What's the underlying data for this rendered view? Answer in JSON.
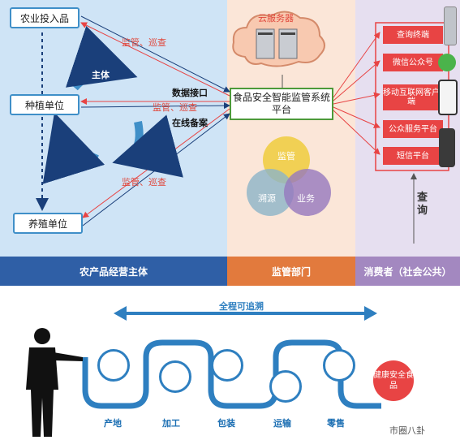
{
  "top_panels": {
    "labels": [
      "农产品经营主体",
      "监管部门",
      "消费者（社会公共）"
    ]
  },
  "nodes": {
    "input": "农业投入品",
    "planting": "种植单位",
    "breeding": "养殖单位"
  },
  "arrows": {
    "main": "主体",
    "links": [
      "数据接口",
      "在线备案"
    ],
    "inspect": "监管、巡查",
    "query": "查询"
  },
  "cloud": {
    "label": "云服务器"
  },
  "platform": {
    "title": "食品安全智能监管系统平台"
  },
  "venn": [
    "监管",
    "溯源",
    "业务"
  ],
  "channels": [
    "查询终端",
    "微信公众号",
    "移动互联网客户端",
    "公众服务平台",
    "短信平台"
  ],
  "trace": {
    "label": "全程可追溯",
    "stages": [
      "产地",
      "加工",
      "包装",
      "运输",
      "零售"
    ],
    "end": "健康安全食品"
  },
  "watermark": "市圈八卦",
  "colors": {
    "blue_panel": "#cfe4f6",
    "orange_panel": "#fbe6d8",
    "purple_panel": "#e6dff0",
    "red": "#e84444",
    "green": "#4d9a3a"
  }
}
